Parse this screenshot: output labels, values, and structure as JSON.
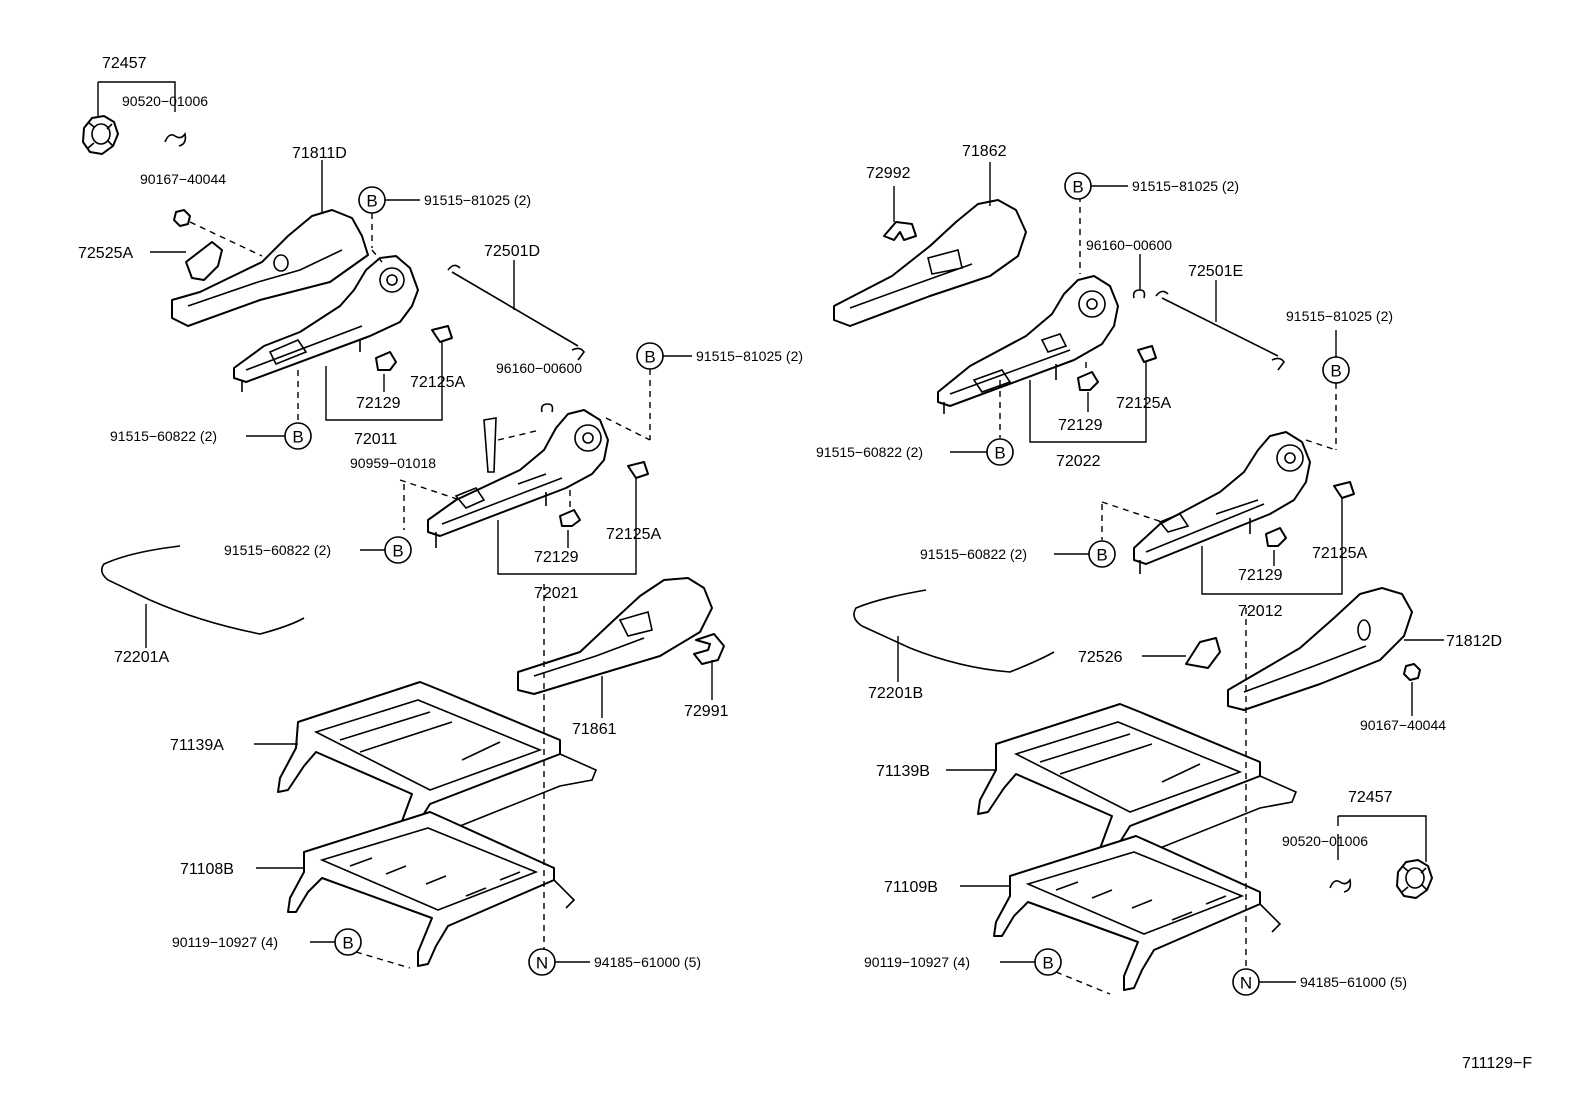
{
  "labels": {
    "l_72457": "72457",
    "l_90520_01006": "90520−01006",
    "l_71811D": "71811D",
    "l_90167_40044": "90167−40044",
    "l_91515_81025": "91515−81025 (2)",
    "l_72525A": "72525A",
    "l_72501D": "72501D",
    "l_72125A_1": "72125A",
    "l_72129_1": "72129",
    "l_72011": "72011",
    "l_91515_60822_1": "91515−60822 (2)",
    "l_96160_00600": "96160−00600",
    "l_91515_81025_2": "91515−81025 (2)",
    "l_90959_01018": "90959−01018",
    "l_91515_60822_2": "91515−60822 (2)",
    "l_72125A_2": "72125A",
    "l_72129_2": "72129",
    "l_72021": "72021",
    "l_72201A": "72201A",
    "l_72991": "72991",
    "l_71861": "71861",
    "l_71139A": "71139A",
    "l_71108B": "71108B",
    "l_90119_10927": "90119−10927 (4)",
    "l_94185_61000": "94185−61000 (5)",
    "r_72992": "72992",
    "r_71862": "71862",
    "r_91515_81025": "91515−81025 (2)",
    "r_96160_00600": "96160−00600",
    "r_72501E": "72501E",
    "r_91515_81025_2": "91515−81025 (2)",
    "r_72125A_1": "72125A",
    "r_72129_1": "72129",
    "r_91515_60822_1": "91515−60822 (2)",
    "r_72022": "72022",
    "r_91515_60822_2": "91515−60822 (2)",
    "r_72125A_2": "72125A",
    "r_72129_2": "72129",
    "r_72012": "72012",
    "r_72526": "72526",
    "r_71812D": "71812D",
    "r_72201B": "72201B",
    "r_90167_40044": "90167−40044",
    "r_71139B": "71139B",
    "r_72457": "72457",
    "r_90520_01006": "90520−01006",
    "r_71109B": "71109B",
    "r_90119_10927": "90119−10927 (4)",
    "r_94185_61000": "94185−61000 (5)"
  },
  "markers": {
    "b": "B",
    "n": "N"
  },
  "figure_code": "711129−F"
}
